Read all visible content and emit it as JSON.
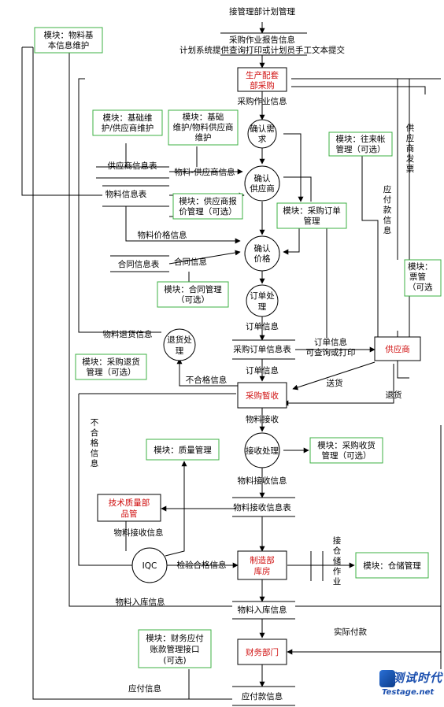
{
  "header": {
    "source": "接管理部计划管理",
    "report_line1": "采购作业报告信息",
    "report_line2": "计划系统提供查询打印或计划员手工文本提交"
  },
  "nodes": {
    "production_procurement": [
      "生产配套",
      "部采购"
    ],
    "purchase_receiving": "采购暂收",
    "tech_quality": [
      "技术质量部",
      "品管"
    ],
    "manufacturing_warehouse": [
      "制造部",
      "库房"
    ],
    "finance": "财务部门",
    "supplier": "供应商"
  },
  "processes": {
    "confirm_demand": [
      "确认需",
      "求"
    ],
    "confirm_supplier": [
      "确认",
      "供应商"
    ],
    "confirm_price": [
      "确认",
      "价格"
    ],
    "order_processing": [
      "订单处",
      "理"
    ],
    "return_processing": [
      "退货处",
      "理"
    ],
    "receive_processing": "接收处理",
    "iqc": "IQC"
  },
  "modules": {
    "material_basic": [
      "模块：物料基",
      "本信息维护"
    ],
    "basic_supplier": [
      "模块：基础维",
      "护/供应商维护"
    ],
    "basic_material_supplier": [
      "模块：基础",
      "维护/物料供应商",
      "维护"
    ],
    "supplier_quote": [
      "模块：供应商报",
      "价管理（可选）"
    ],
    "purchase_order": [
      "模块：采购订单",
      "管理"
    ],
    "contract": [
      "模块：合同管理",
      "（可选）"
    ],
    "accounts": [
      "模块：往来帐",
      "管理（可选）"
    ],
    "invoice": [
      "模块：",
      "票管",
      "（可选"
    ],
    "return_goods": [
      "模块：采购退货",
      "管理（可选）"
    ],
    "quality": "模块：质量管理",
    "receiving": [
      "模块：采购收货",
      "管理（可选）"
    ],
    "warehouse": "模块：仓储管理",
    "finance_ap": [
      "模块：财务应付",
      "账款管理接口",
      "(可选)"
    ]
  },
  "labels": {
    "purchase_info": "采购作业信息",
    "supplier_table": "供应商信息表",
    "material_supplier_info": "物料-供应商信息",
    "material_table": "物料信息表",
    "material_price": "物料价格信息",
    "contract_table": "合同信息表",
    "contract_info": "合同信息",
    "material_return": "物料退货信息",
    "order_info": "订单信息",
    "purchase_order_table": "采购订单信息表",
    "order_info_right": [
      "订单信息",
      "可查询或打印"
    ],
    "order_info_lower": "订单信息",
    "nonconforming": "不合格信息",
    "delivery": "送货",
    "return": "退货",
    "not_qualified": [
      "不",
      "合",
      "格",
      "信",
      "息"
    ],
    "material_receive": "物料接收",
    "material_receive_info": "物料接收信息",
    "material_receive_table": "物料接收信息表",
    "material_receive_info_left": "物料接收信息",
    "inspection_info": "检验合格信息",
    "inbound_info": "物料入库信息",
    "inbound_table": "物料入库信息",
    "warehouse_ops": [
      "接",
      "仓",
      "储",
      "作",
      "业"
    ],
    "actual_payment": "实际付款",
    "payable_info": "应付信息",
    "payable_table": "应付款信息",
    "ap_info": [
      "应",
      "付",
      "款",
      "信",
      "息"
    ],
    "supplier_invoice": [
      "供",
      "应",
      "商",
      "发",
      "票"
    ]
  },
  "watermark": {
    "title": "测试时代",
    "url": "Testage.net"
  }
}
